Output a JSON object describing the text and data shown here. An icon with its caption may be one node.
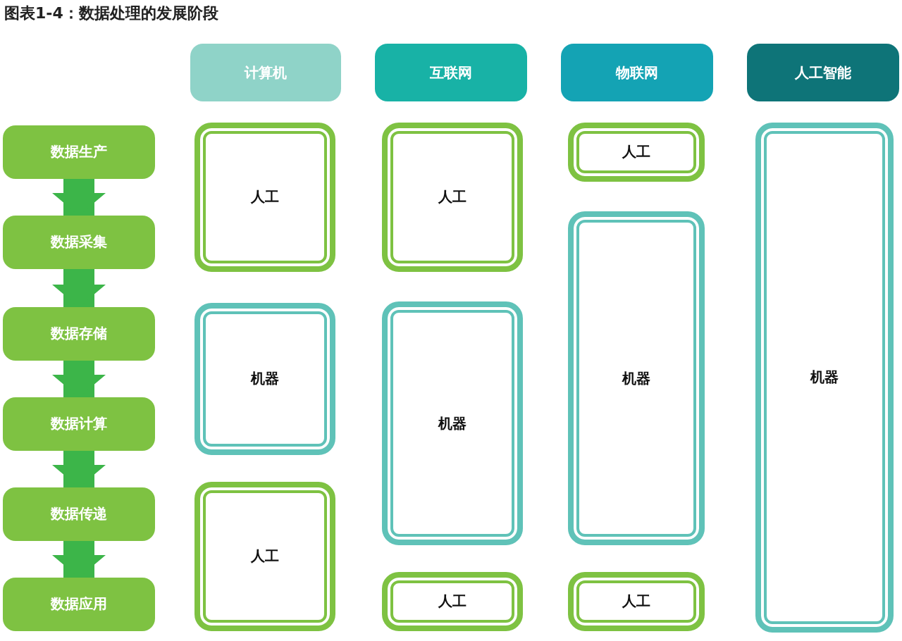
{
  "diagram": {
    "title": "图表1-4：数据处理的发展阶段",
    "nodes": [
      {
        "text": [
          "计算机"
        ]
      },
      {
        "text": [
          "互联网"
        ]
      },
      {
        "text": [
          "物联网"
        ]
      },
      {
        "text": [
          "人工智能"
        ]
      },
      {
        "text": [
          "数据生产"
        ]
      },
      {
        "text": [
          "数据采集"
        ]
      },
      {
        "text": [
          "数据存储"
        ]
      },
      {
        "text": [
          "数据计算"
        ]
      },
      {
        "text": [
          "数据传递"
        ]
      },
      {
        "text": [
          "数据应用"
        ]
      },
      {
        "text": [
          "人工"
        ]
      },
      {
        "text": [
          "机器"
        ]
      },
      {
        "text": [
          "人工"
        ]
      },
      {
        "text": [
          "人工"
        ]
      },
      {
        "text": [
          "机器"
        ]
      },
      {
        "text": [
          "人工"
        ]
      },
      {
        "text": [
          "人工"
        ]
      },
      {
        "text": [
          "机器"
        ]
      },
      {
        "text": [
          "人工"
        ]
      },
      {
        "text": [
          "机器"
        ]
      }
    ],
    "edges": [
      {
        "from": 4,
        "to": 5,
        "arrow": "to"
      },
      {
        "from": 5,
        "to": 6,
        "arrow": "to"
      },
      {
        "from": 6,
        "to": 7,
        "arrow": "to"
      },
      {
        "from": 7,
        "to": 8,
        "arrow": "to"
      },
      {
        "from": 8,
        "to": 9,
        "arrow": "to"
      }
    ]
  }
}
